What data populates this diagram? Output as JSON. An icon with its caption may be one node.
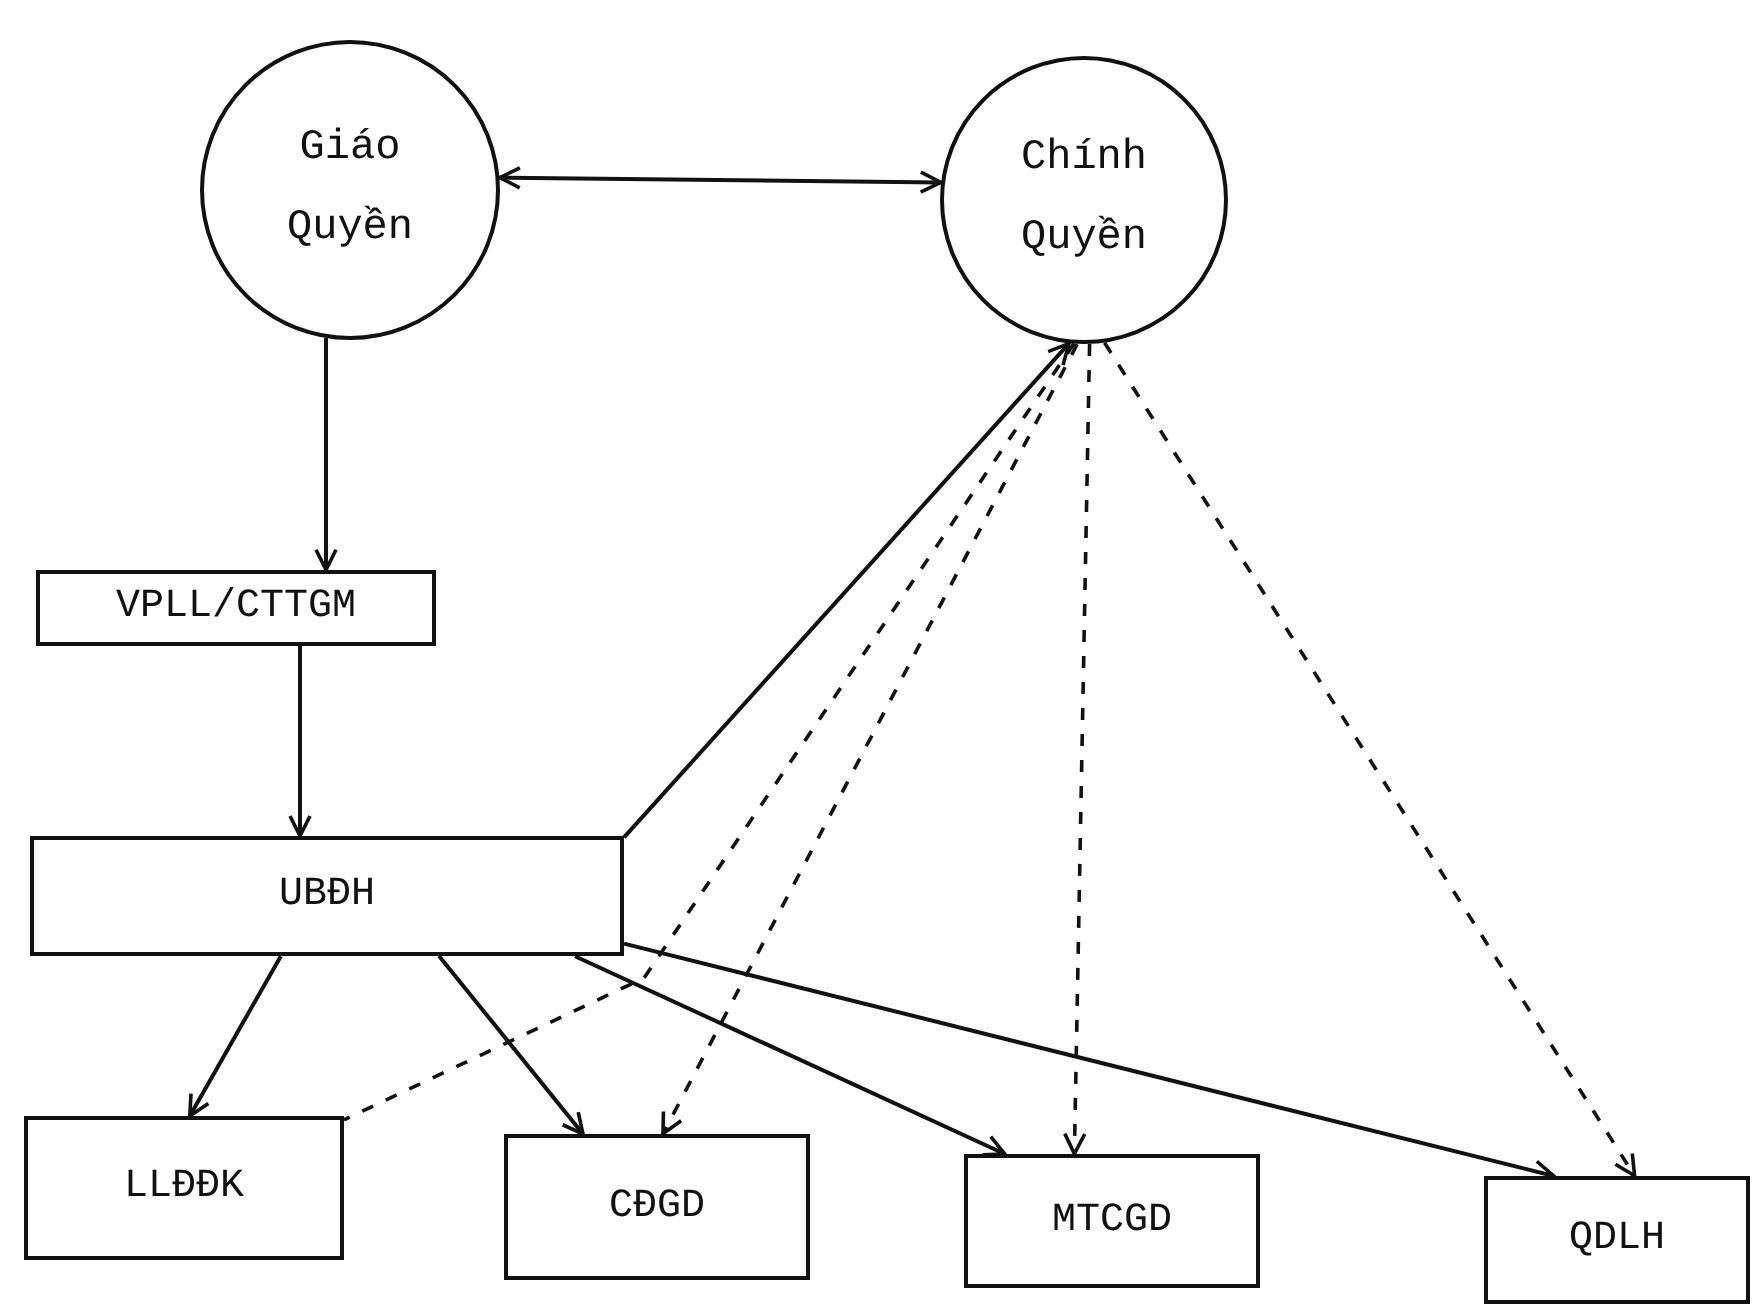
{
  "diagram": {
    "nodes": [
      {
        "text": [
          "Giáo Quyền"
        ]
      },
      {
        "text": [
          "Chính Quyền"
        ]
      },
      {
        "text": [
          "VPLL/CTTGM"
        ]
      },
      {
        "text": [
          "UBĐH"
        ]
      },
      {
        "text": [
          "LLĐĐK"
        ]
      },
      {
        "text": [
          "CĐGD"
        ]
      },
      {
        "text": [
          "MTCGD"
        ]
      },
      {
        "text": [
          "QDLH"
        ]
      }
    ],
    "edges": [
      {
        "from": 0,
        "to": 1,
        "arrow": "both"
      },
      {
        "from": 0,
        "to": 2,
        "arrow": "to"
      },
      {
        "from": 2,
        "to": 3,
        "arrow": "to"
      },
      {
        "from": 3,
        "to": 1,
        "arrow": "to"
      },
      {
        "from": 3,
        "to": 4,
        "arrow": "to"
      },
      {
        "from": 3,
        "to": 5,
        "arrow": "to"
      },
      {
        "from": 3,
        "to": 6,
        "arrow": "to"
      },
      {
        "from": 3,
        "to": 7,
        "arrow": "to"
      },
      {
        "from": 1,
        "to": 4,
        "arrow": "none",
        "style": "dashed"
      },
      {
        "from": 1,
        "to": 5,
        "arrow": "to",
        "style": "dashed"
      },
      {
        "from": 1,
        "to": 6,
        "arrow": "to",
        "style": "dashed"
      },
      {
        "from": 1,
        "to": 7,
        "arrow": "to",
        "style": "dashed"
      }
    ]
  }
}
